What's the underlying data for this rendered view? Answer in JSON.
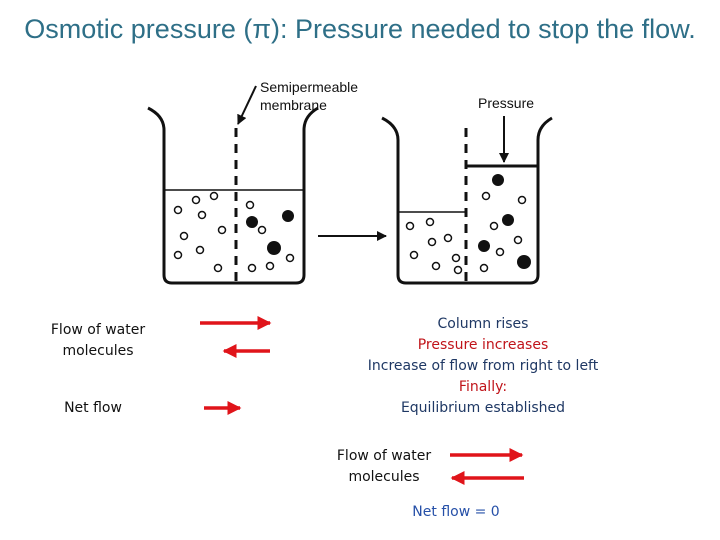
{
  "title": "Osmotic pressure (π): Pressure needed to stop the flow.",
  "diagram": {
    "membrane_label_line1": "Semipermeable",
    "membrane_label_line2": "membrane",
    "pressure_label": "Pressure"
  },
  "left_legend": {
    "flow_label_line1": "Flow of water",
    "flow_label_line2": "molecules",
    "net_flow_label": "Net flow"
  },
  "explanation": {
    "line1": "Column rises",
    "line2": "Pressure increases",
    "line3": "Increase of flow from right to left",
    "line4": "Finally:",
    "line5": "Equilibrium established"
  },
  "equilibrium": {
    "flow_label_line1": "Flow of water",
    "flow_label_line2": "molecules",
    "net_flow": "Net flow = 0"
  },
  "colors": {
    "title": "#2e6f87",
    "arrow": "#e0141a",
    "highlight_red": "#c0141a",
    "navy": "#1f3864",
    "blue": "#2650a8"
  }
}
